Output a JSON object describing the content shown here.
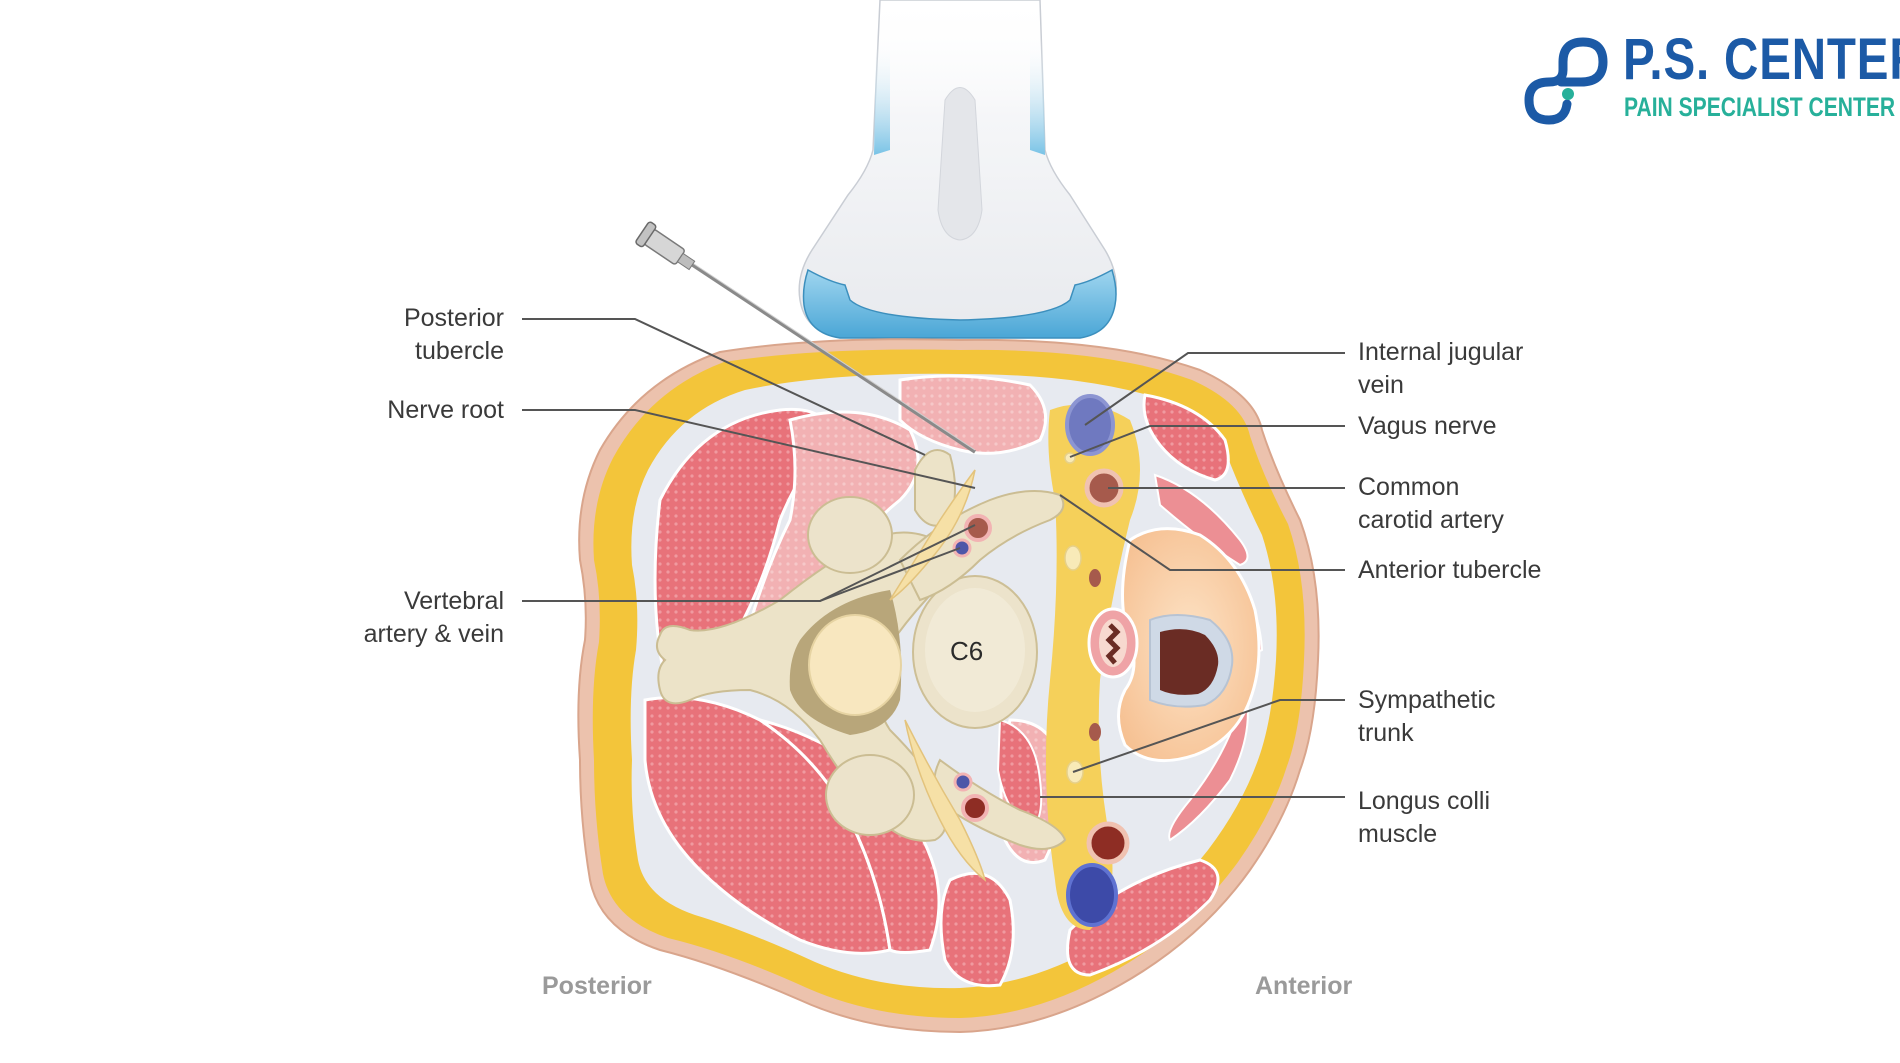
{
  "logo": {
    "title": "P.S. CENTER",
    "subtitle": "PAIN SPECIALIST CENTER",
    "icon": "infinity-loop-icon",
    "colors": {
      "primary": "#1c5aa6",
      "accent": "#27b09a"
    }
  },
  "diagram": {
    "title": "Cervical cross-section at C6 with ultrasound probe and needle",
    "vertebra_label": "C6",
    "orientation": {
      "left": "Posterior",
      "right": "Anterior"
    },
    "labels_left": [
      {
        "id": "posterior-tubercle",
        "lines": [
          "Posterior",
          "tubercle"
        ]
      },
      {
        "id": "nerve-root",
        "lines": [
          "Nerve root"
        ]
      },
      {
        "id": "vertebral-artery-vein",
        "lines": [
          "Vertebral",
          "artery & vein"
        ]
      }
    ],
    "labels_right": [
      {
        "id": "internal-jugular-vein",
        "lines": [
          "Internal jugular",
          "vein"
        ]
      },
      {
        "id": "vagus-nerve",
        "lines": [
          "Vagus nerve"
        ]
      },
      {
        "id": "common-carotid-artery",
        "lines": [
          "Common",
          "carotid artery"
        ]
      },
      {
        "id": "anterior-tubercle",
        "lines": [
          "Anterior tubercle"
        ]
      },
      {
        "id": "sympathetic-trunk",
        "lines": [
          "Sympathetic",
          "trunk"
        ]
      },
      {
        "id": "longus-colli-muscle",
        "lines": [
          "Longus colli",
          "muscle"
        ]
      }
    ],
    "colors": {
      "skin": "#e8b9a0",
      "fat": "#f3c53a",
      "fascia": "#e6e9ef",
      "muscle": "#e9737a",
      "muscle_light": "#f2b3b3",
      "bone": "#ece3c8",
      "bone_shadow": "#b8a67a",
      "vein": "#6f79c0",
      "artery": "#a65a4c",
      "thyroid": "#f8cfa6",
      "trachea_lumen": "#6a2c24",
      "probe_blue": "#6fbde0",
      "leader_line": "#555555"
    }
  }
}
